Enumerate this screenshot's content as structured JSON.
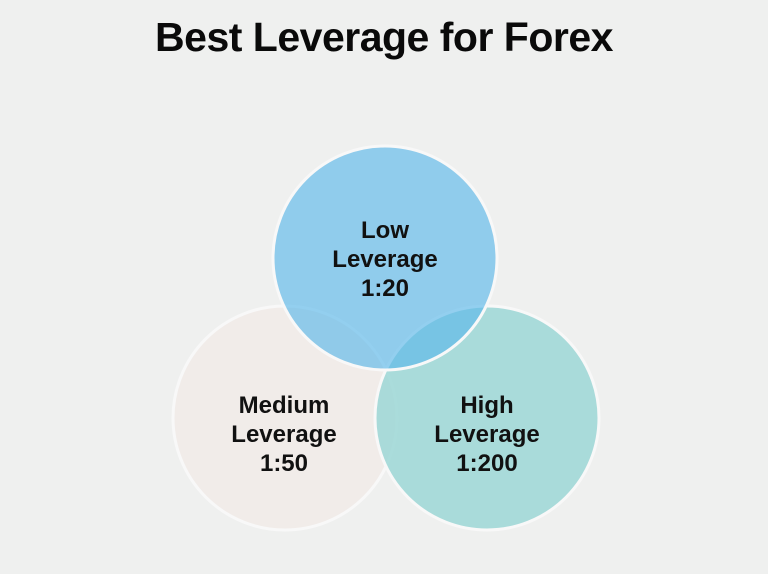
{
  "title": "Best Leverage for Forex",
  "colors": {
    "background": "#eff0ef",
    "low": "#8ecdef",
    "medium": "#f0ebe8",
    "high": "#a1d8d7",
    "stroke": "#f7f7f7"
  },
  "circles": [
    {
      "id": "low",
      "line1": "Low",
      "line2": "Leverage",
      "ratio": "1:20"
    },
    {
      "id": "medium",
      "line1": "Medium",
      "line2": "Leverage",
      "ratio": "1:50"
    },
    {
      "id": "high",
      "line1": "High",
      "line2": "Leverage",
      "ratio": "1:200"
    }
  ]
}
